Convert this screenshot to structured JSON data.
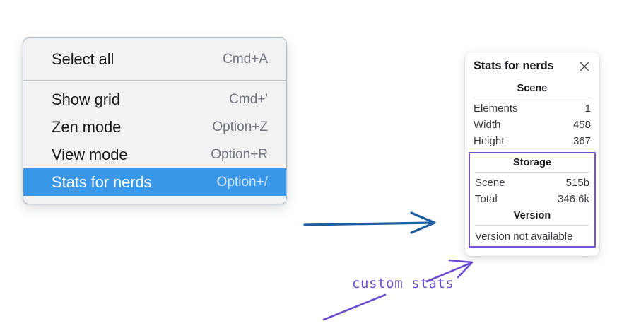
{
  "menu": {
    "groups": [
      {
        "name": "group-top",
        "items": [
          {
            "label": "Select all",
            "shortcut": "Cmd+A",
            "selected": false
          }
        ]
      },
      {
        "name": "group-bottom",
        "items": [
          {
            "label": "Show grid",
            "shortcut": "Cmd+'",
            "selected": false
          },
          {
            "label": "Zen mode",
            "shortcut": "Option+Z",
            "selected": false
          },
          {
            "label": "View mode",
            "shortcut": "Option+R",
            "selected": false
          },
          {
            "label": "Stats for nerds",
            "shortcut": "Option+/",
            "selected": true
          }
        ]
      }
    ],
    "selected_background": "#3b97e8"
  },
  "stats_panel": {
    "title": "Stats for nerds",
    "close_icon": "close-icon",
    "scene": {
      "heading": "Scene",
      "rows": [
        {
          "key": "Elements",
          "value": "1"
        },
        {
          "key": "Width",
          "value": "458"
        },
        {
          "key": "Height",
          "value": "367"
        }
      ]
    },
    "storage": {
      "heading": "Storage",
      "rows": [
        {
          "key": "Scene",
          "value": "515b"
        },
        {
          "key": "Total",
          "value": "346.6k"
        }
      ]
    },
    "version": {
      "heading": "Version",
      "note": "Version not available"
    },
    "highlight_color": "#7b52d6"
  },
  "annotations": {
    "handwritten_label": "custom stats",
    "handwriting_color": "#6b4bd0",
    "blue_arrow_color": "#1f5fa0"
  }
}
